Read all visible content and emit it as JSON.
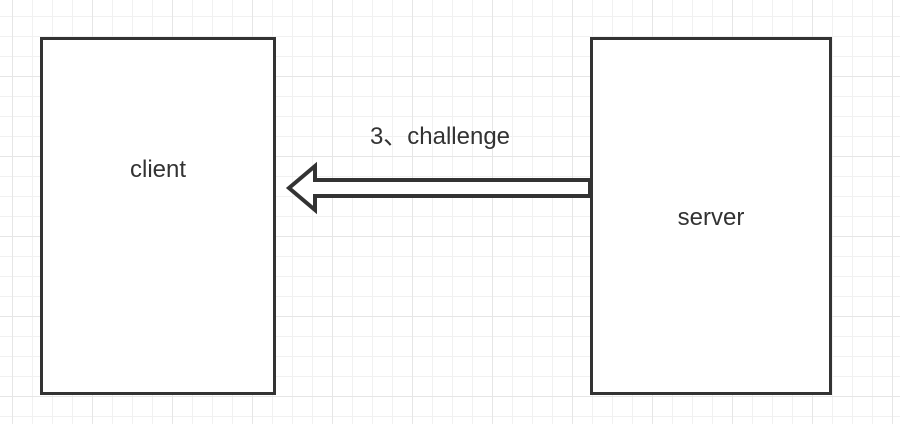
{
  "diagram": {
    "nodes": [
      {
        "id": "client",
        "label": "client"
      },
      {
        "id": "server",
        "label": "server"
      }
    ],
    "edges": [
      {
        "from": "server",
        "to": "client",
        "label": "3、challenge",
        "style": "hollow-block-arrow"
      }
    ]
  },
  "colors": {
    "stroke": "#333333",
    "grid_major": "#e6e6e6",
    "grid_minor": "#f1f1f1",
    "background": "#ffffff"
  }
}
